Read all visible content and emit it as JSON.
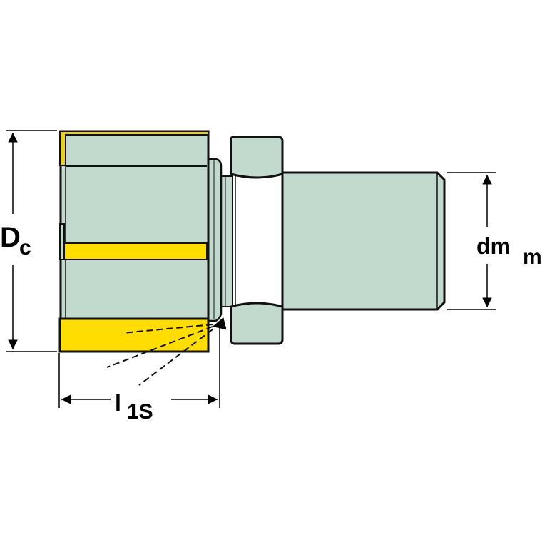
{
  "diagram": {
    "labels": {
      "dc_main": "D",
      "dc_sub": "c",
      "dmm_main": "dm",
      "dmm_sub": "m",
      "l1s_main": "l",
      "l1s_sub": "1S"
    },
    "colors": {
      "body": "#c2d9cd",
      "insert": "#ffdd00",
      "outline": "#111111"
    }
  }
}
